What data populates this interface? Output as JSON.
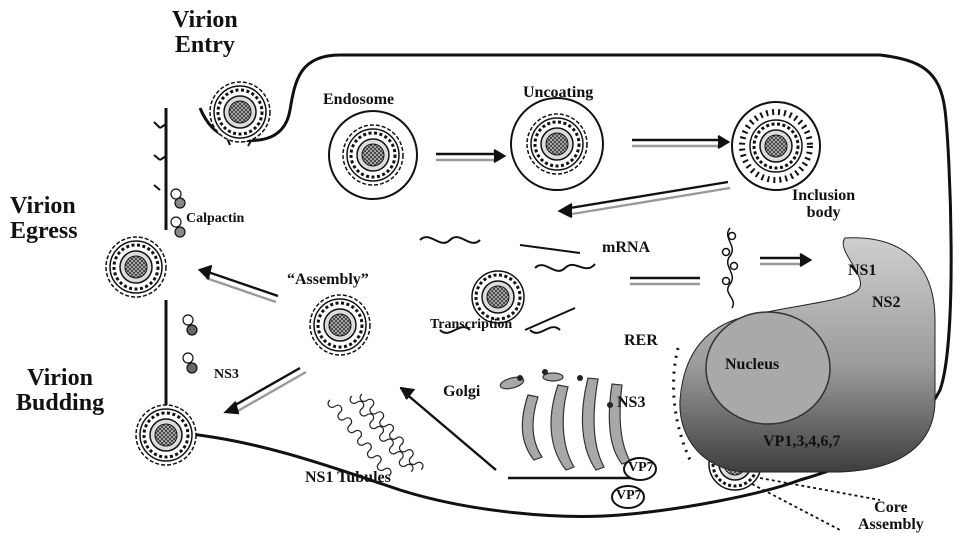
{
  "labels": {
    "virion_entry": "Virion\nEntry",
    "endosome": "Endosome",
    "uncoating": "Uncoating",
    "inclusion_body": "Inclusion\nbody",
    "virion_egress": "Virion\nEgress",
    "calpactin": "Calpactin",
    "mrna": "mRNA",
    "assembly": "“Assembly”",
    "transcription": "Transcription",
    "ns1": "NS1",
    "ns2": "NS2",
    "rer": "RER",
    "nucleus": "Nucleus",
    "golgi": "Golgi",
    "ns3_golgi": "NS3",
    "ns3_left": "NS3",
    "virion_budding": "Virion\nBudding",
    "ns1_tubules": "NS1 Tubules",
    "vp_proteins": "VP1,3,4,6,7",
    "vp7_a": "VP7",
    "vp7_b": "VP7",
    "core_assembly": "Core\nAssembly"
  },
  "colors": {
    "stroke": "#111111",
    "nucleus_fill": "#a9a9a9",
    "crescent_light": "#c4c4c4",
    "crescent_dark": "#4a4a4a",
    "arrow_gray": "#9a9a9a"
  }
}
